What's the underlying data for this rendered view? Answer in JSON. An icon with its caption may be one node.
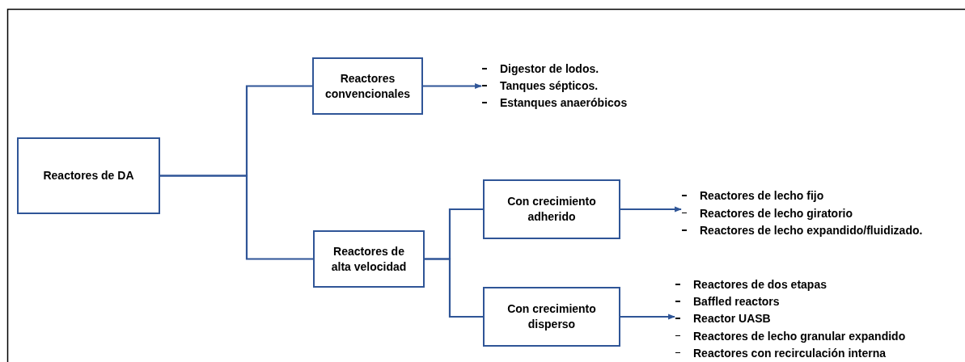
{
  "diagram": {
    "nodes": [
      {
        "text": [
          "Reactores de DA"
        ]
      },
      {
        "text": [
          "Reactores convencionales"
        ]
      },
      {
        "text": [
          "Reactores de alta velocidad"
        ]
      },
      {
        "text": [
          "Con crecimiento adherido"
        ]
      },
      {
        "text": [
          "Con crecimiento disperso"
        ]
      },
      {
        "text": [
          "Digestor de lodos.",
          "Tanques sépticos.",
          "Estanques anaeróbicos"
        ]
      },
      {
        "text": [
          "Reactores de lecho fijo",
          "Reactores de lecho giratorio",
          "Reactores de lecho expandido/fluidizado."
        ]
      },
      {
        "text": [
          "Reactores de dos etapas",
          "Baffled reactors",
          "Reactor UASB",
          "Reactores de lecho granular expandido",
          "Reactores con recirculación interna"
        ]
      }
    ],
    "edges": [
      {
        "from": 0,
        "to": 1,
        "arrow": "none"
      },
      {
        "from": 0,
        "to": 2,
        "arrow": "none"
      },
      {
        "from": 1,
        "to": 5,
        "arrow": "to"
      },
      {
        "from": 2,
        "to": 3,
        "arrow": "none"
      },
      {
        "from": 2,
        "to": 4,
        "arrow": "none"
      },
      {
        "from": 3,
        "to": 6,
        "arrow": "to"
      },
      {
        "from": 4,
        "to": 7,
        "arrow": "to"
      }
    ]
  }
}
